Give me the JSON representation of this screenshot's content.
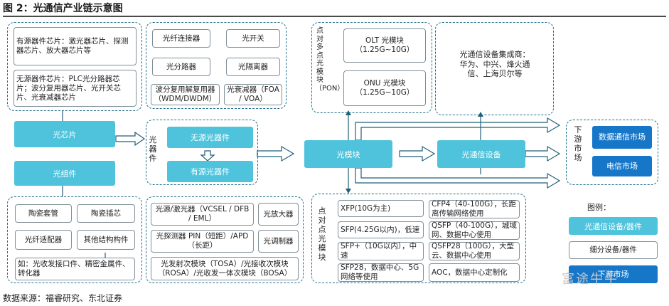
{
  "title": "图 2：光通信产业链示意图",
  "source": "数据来源：福睿研究、东北证券",
  "watermark": "富途牛牛",
  "chips": {
    "active": "有源器件芯片：激光器芯片、探测器芯片、放大器芯片等",
    "passive": "无源器件芯片：PLC光分路器芯片；波分复用器芯片、光开关芯片、光衰减器芯片",
    "chip_label": "光芯片",
    "component_label": "光组件"
  },
  "passive_parts": {
    "connector": "光纤连接器",
    "switch": "光开关",
    "splitter": "光分路器",
    "isolator": "光隔离器",
    "wdm": "波分复用解复用器（WDM/DWDM）",
    "attenuator": "光衰减器（FOA / VOA）"
  },
  "devices": {
    "label": "光器件",
    "passive": "无源光器件",
    "active": "有源光器件"
  },
  "components": {
    "sleeve": "陶瓷套管",
    "ferrule": "陶瓷插芯",
    "adapter": "光纤适配器",
    "other": "其他结构构件",
    "misc": "如：光收发接口件、精密金属件、转化器"
  },
  "active_parts": {
    "laser": "光源/激光器（VCSEL / DFB / EML）",
    "amplifier": "光放大器",
    "detector": "光探测器 PIN（短距）/APD（长距）",
    "modulator": "光调制器",
    "osa": "光发射次模块（TOSA）/光接收次模块（ROSA）/光收发一体次模块（BOSA）"
  },
  "pon": {
    "label": "点对多点光模块（PON）",
    "olt": "OLT 光模块（1.25G~10G）",
    "onu": "ONU 光模块（1.25G~10G）"
  },
  "module_label": "光模块",
  "integrators": {
    "title": "光通信设备集成商：",
    "names": "华为、中兴、烽火通信、上海贝尔等"
  },
  "equipment_label": "光通信设备",
  "downstream": {
    "label": "下游市场",
    "datacom": "数据通信市场",
    "telecom": "电信市场"
  },
  "p2p": {
    "label": "点对点光模块",
    "xfp": "XFP(10G为主)",
    "sfp": "SFP(4.25G以内)，低速",
    "sfpplus": "SFP+（10G以内），中速",
    "sfp28": "SFP28，数据中心、5G网络等使用",
    "cfp4": "CFP4（40-100G），长距离传输网络使用",
    "qsfp": "QSFP（40-100G），城域网、数据中心使用",
    "qsfp28": "QSFP28（100G），大型云、数据中心使用",
    "aoc": "AOC，数据中心定制化"
  },
  "legend": {
    "title": "图例：",
    "equipment": "光通信设备/器件",
    "sub": "细分设备/器件",
    "market": "下游市场"
  },
  "colors": {
    "cyan": "#4fc3dc",
    "blue": "#1677c9",
    "dash_border": "#1f6f8b"
  }
}
